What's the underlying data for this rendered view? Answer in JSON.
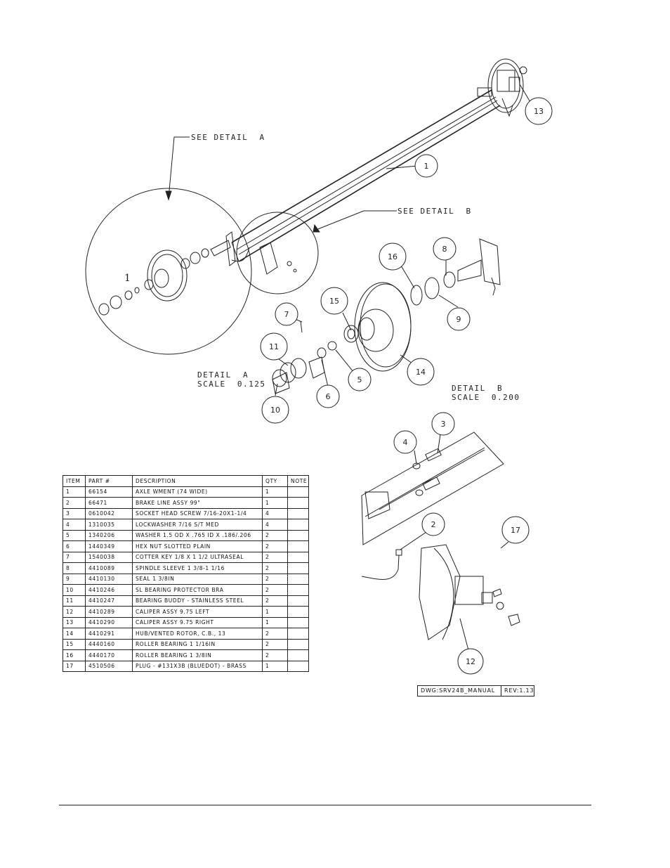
{
  "callouts": {
    "see_detail_a": "SEE DETAIL  A",
    "see_detail_b": "SEE DETAIL  B",
    "detail_a_title": "DETAIL  A",
    "detail_a_scale": "SCALE  0.125",
    "detail_b_title": "DETAIL  B",
    "detail_b_scale": "SCALE  0.200",
    "detail_a_item_mark": "1"
  },
  "balloons": [
    "1",
    "2",
    "3",
    "4",
    "5",
    "6",
    "7",
    "8",
    "9",
    "10",
    "11",
    "12",
    "13",
    "14",
    "15",
    "16",
    "17"
  ],
  "bom": {
    "headers": [
      "ITEM",
      "PART #",
      "DESCRIPTION",
      "QTY",
      "NOTE"
    ],
    "rows": [
      {
        "item": "1",
        "part": "66154",
        "desc": "AXLE WMENT (74 WIDE)",
        "qty": "1",
        "note": ""
      },
      {
        "item": "2",
        "part": "66471",
        "desc": "BRAKE LINE ASSY 99\"",
        "qty": "1",
        "note": ""
      },
      {
        "item": "3",
        "part": "0610042",
        "desc": "SOCKET HEAD SCREW 7/16-20X1-1/4",
        "qty": "4",
        "note": ""
      },
      {
        "item": "4",
        "part": "1310035",
        "desc": "LOCKWASHER 7/16 S/T MED",
        "qty": "4",
        "note": ""
      },
      {
        "item": "5",
        "part": "1340206",
        "desc": "WASHER 1.5 OD X .765 ID X .186/.206",
        "qty": "2",
        "note": ""
      },
      {
        "item": "6",
        "part": "1440349",
        "desc": "HEX NUT SLOTTED PLAIN",
        "qty": "2",
        "note": ""
      },
      {
        "item": "7",
        "part": "1540038",
        "desc": "COTTER KEY 1/8 X 1 1/2 ULTRASEAL",
        "qty": "2",
        "note": ""
      },
      {
        "item": "8",
        "part": "4410089",
        "desc": "SPINDLE SLEEVE  1 3/8-1 1/16",
        "qty": "2",
        "note": ""
      },
      {
        "item": "9",
        "part": "4410130",
        "desc": "SEAL  1 3/8IN",
        "qty": "2",
        "note": ""
      },
      {
        "item": "10",
        "part": "4410246",
        "desc": "SL BEARING PROTECTOR BRA",
        "qty": "2",
        "note": ""
      },
      {
        "item": "11",
        "part": "4410247",
        "desc": "BEARING BUDDY - STAINLESS STEEL",
        "qty": "2",
        "note": ""
      },
      {
        "item": "12",
        "part": "4410289",
        "desc": "CALIPER ASSY 9.75 LEFT",
        "qty": "1",
        "note": ""
      },
      {
        "item": "13",
        "part": "4410290",
        "desc": "CALIPER ASSY 9.75 RIGHT",
        "qty": "1",
        "note": ""
      },
      {
        "item": "14",
        "part": "4410291",
        "desc": "HUB/VENTED ROTOR, C.B.,  13",
        "qty": "2",
        "note": ""
      },
      {
        "item": "15",
        "part": "4440160",
        "desc": "ROLLER BEARING   1 1/16IN",
        "qty": "2",
        "note": ""
      },
      {
        "item": "16",
        "part": "4440170",
        "desc": "ROLLER BEARING   1 3/8IN",
        "qty": "2",
        "note": ""
      },
      {
        "item": "17",
        "part": "4510506",
        "desc": "PLUG - #131X3B (BLUEDOT) - BRASS",
        "qty": "1",
        "note": ""
      }
    ]
  },
  "title_block": {
    "drawing": "DWG:SRV24B_MANUAL",
    "revision": "REV:1.13"
  },
  "colors": {
    "ink": "#222222",
    "paper": "#ffffff"
  }
}
